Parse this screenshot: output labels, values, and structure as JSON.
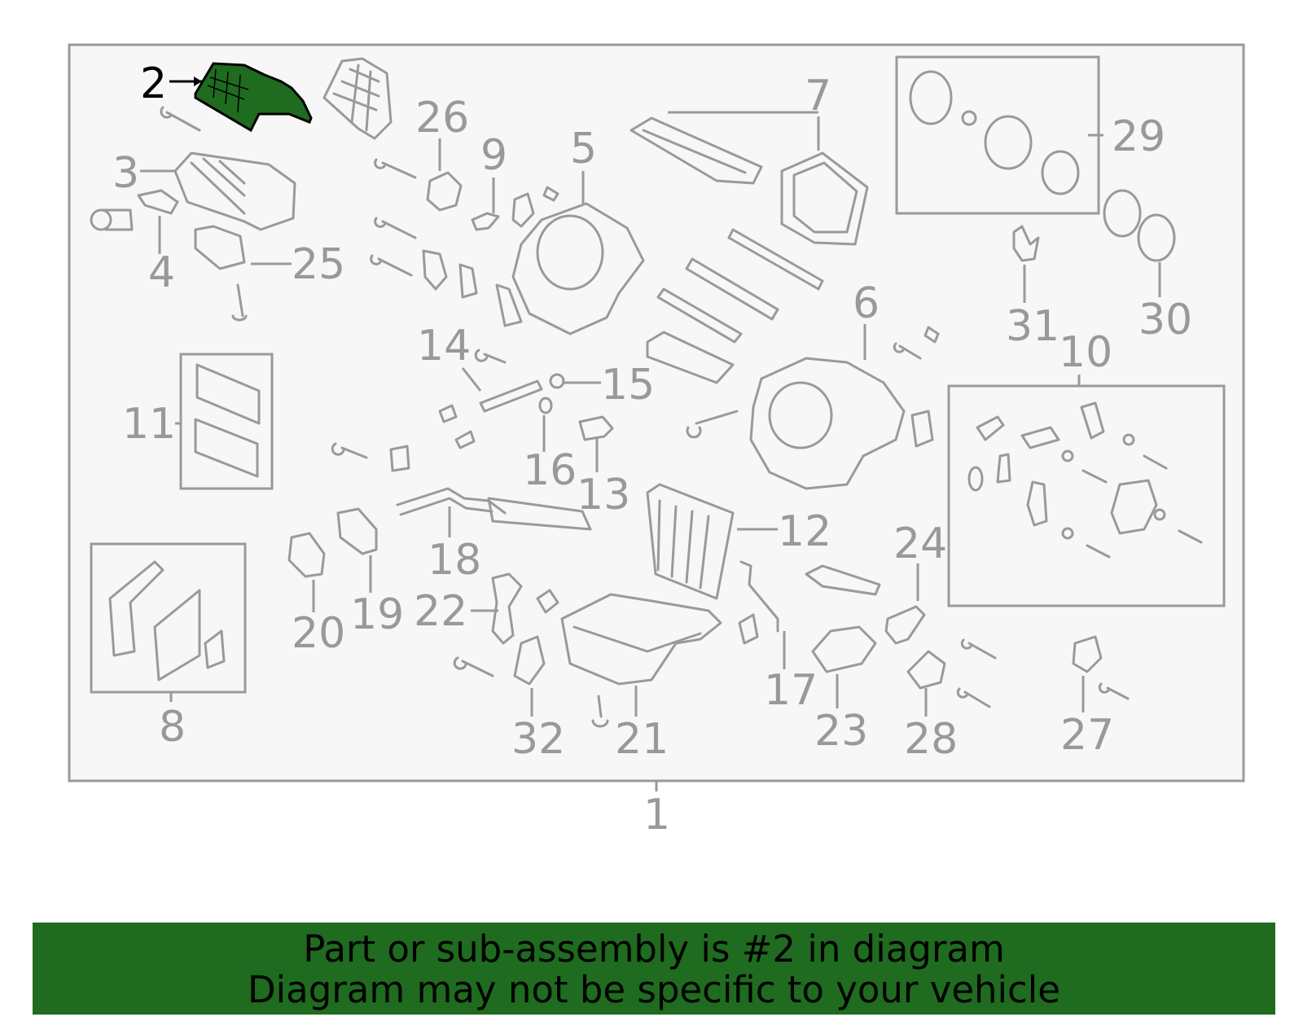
{
  "diagram": {
    "highlighted_part": "2",
    "highlight_color": "#1f6b1f",
    "line_color": "#9a9a9a",
    "labels": [
      "1",
      "2",
      "3",
      "4",
      "5",
      "6",
      "7",
      "8",
      "9",
      "10",
      "11",
      "12",
      "13",
      "14",
      "15",
      "16",
      "17",
      "18",
      "19",
      "20",
      "21",
      "22",
      "23",
      "24",
      "25",
      "26",
      "27",
      "28",
      "29",
      "30",
      "31",
      "32"
    ]
  },
  "banner": {
    "line1": "Part or sub-assembly is #2 in diagram",
    "line2": "Diagram may not be specific to your vehicle",
    "background": "#1f6b1f"
  }
}
